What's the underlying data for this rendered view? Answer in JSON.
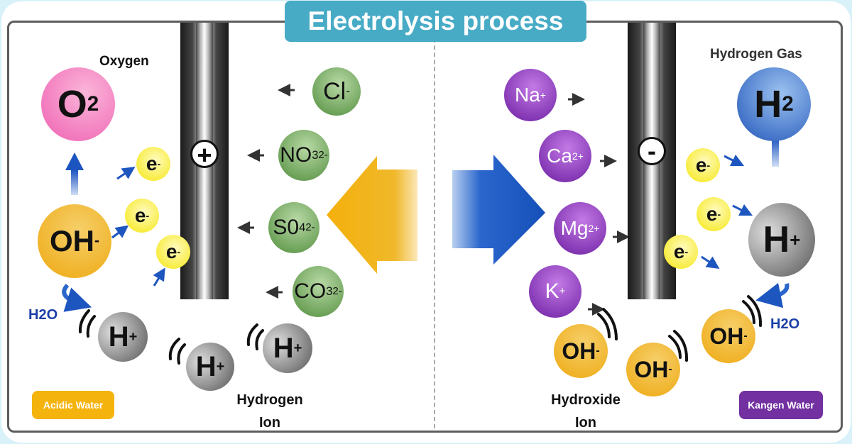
{
  "title": "Electrolysis process",
  "colors": {
    "title_bg": "#47abc6",
    "acidic": "#f5b30d",
    "kangen": "#7230a0",
    "water_label": "#1b3fa6",
    "arrow_left": "#f4b00b",
    "arrow_right": "#1f5cc8"
  },
  "anode": {
    "sign": "+",
    "product_label": "Oxygen",
    "product": {
      "main": "O",
      "sub": "2"
    },
    "source_ion": {
      "main": "OH",
      "sup": "-"
    },
    "electrons": [
      {
        "main": "e",
        "sup": "-"
      },
      {
        "main": "e",
        "sup": "-"
      },
      {
        "main": "e",
        "sup": "-"
      }
    ],
    "water_label": "H2O",
    "hydrogen_ions": [
      {
        "main": "H",
        "sup": "+"
      },
      {
        "main": "H",
        "sup": "+"
      },
      {
        "main": "H",
        "sup": "+"
      }
    ],
    "ion_label": [
      "Hydrogen",
      "Ion"
    ],
    "anions": [
      {
        "main": "Cl",
        "sub": "",
        "sup": "-"
      },
      {
        "main": "NO",
        "sub": "3",
        "sup": "2-"
      },
      {
        "main": "S0",
        "sub": "4",
        "sup": "2-"
      },
      {
        "main": "CO",
        "sub": "3",
        "sup": "2-"
      }
    ],
    "badge": "Acidic Water"
  },
  "cathode": {
    "sign": "-",
    "product_label": "Hydrogen Gas",
    "product": {
      "main": "H",
      "sub": "2"
    },
    "source_ion": {
      "main": "H",
      "sup": "+"
    },
    "electrons": [
      {
        "main": "e",
        "sup": "-"
      },
      {
        "main": "e",
        "sup": "-"
      },
      {
        "main": "e",
        "sup": "-"
      }
    ],
    "water_label": "H2O",
    "hydroxide_ions": [
      {
        "main": "OH",
        "sup": "-"
      },
      {
        "main": "OH",
        "sup": "-"
      },
      {
        "main": "OH",
        "sup": "-"
      }
    ],
    "ion_label": [
      "Hydroxide",
      "Ion"
    ],
    "cations": [
      {
        "main": "Na",
        "sup": "+"
      },
      {
        "main": "Ca",
        "sup": "2+"
      },
      {
        "main": "Mg",
        "sup": "2+"
      },
      {
        "main": "K",
        "sup": "+"
      }
    ],
    "badge": "Kangen Water"
  }
}
